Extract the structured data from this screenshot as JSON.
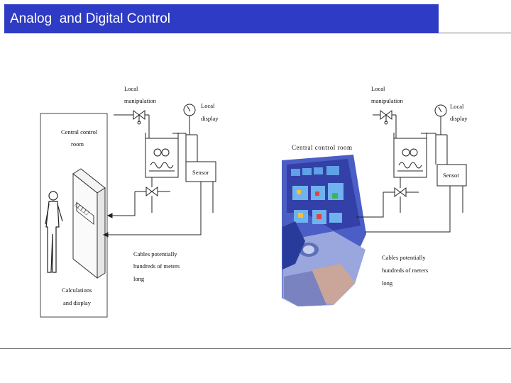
{
  "header": {
    "title": "Analog  and Digital Control",
    "color": "#2e3bc4"
  },
  "left_diagram": {
    "local_manipulation": [
      "Local",
      "manipulation"
    ],
    "local_display": [
      "Local",
      "display"
    ],
    "central_control_room": [
      "Central control",
      "room"
    ],
    "sensor": "Sensor",
    "cables": [
      "Cables potentially",
      "hundreds of  meters",
      "long"
    ],
    "calculations": [
      "Calculations",
      "and display"
    ]
  },
  "right_diagram": {
    "control_room_caption": "Central control room",
    "local_manipulation": [
      "Local",
      "manipulation"
    ],
    "local_display": [
      "Local",
      "display"
    ],
    "sensor": "Sensor",
    "cables": [
      "Cables potentially",
      "hundreds of  meters",
      "long"
    ]
  }
}
